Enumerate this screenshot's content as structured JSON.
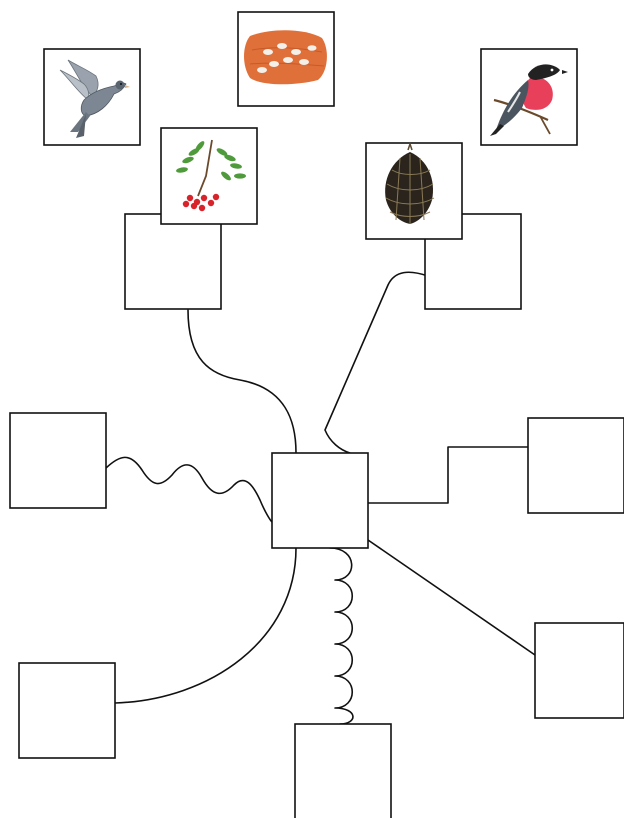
{
  "diagram": {
    "hub": {
      "label": ""
    },
    "answer_boxes": [
      {
        "id": "top-left"
      },
      {
        "id": "top-right"
      },
      {
        "id": "left"
      },
      {
        "id": "right"
      },
      {
        "id": "lower-left"
      },
      {
        "id": "lower-right"
      },
      {
        "id": "bottom"
      }
    ],
    "picture_cards": [
      {
        "icon": "pigeon-icon"
      },
      {
        "icon": "seeds-on-wood-icon"
      },
      {
        "icon": "bullfinch-icon"
      },
      {
        "icon": "rowan-berries-icon"
      },
      {
        "icon": "pine-cone-icon"
      }
    ],
    "colors": {
      "line": "#111111",
      "rowan_berry": "#d8232a",
      "bullfinch_breast": "#e8405a",
      "wood": "#e0703a"
    }
  }
}
